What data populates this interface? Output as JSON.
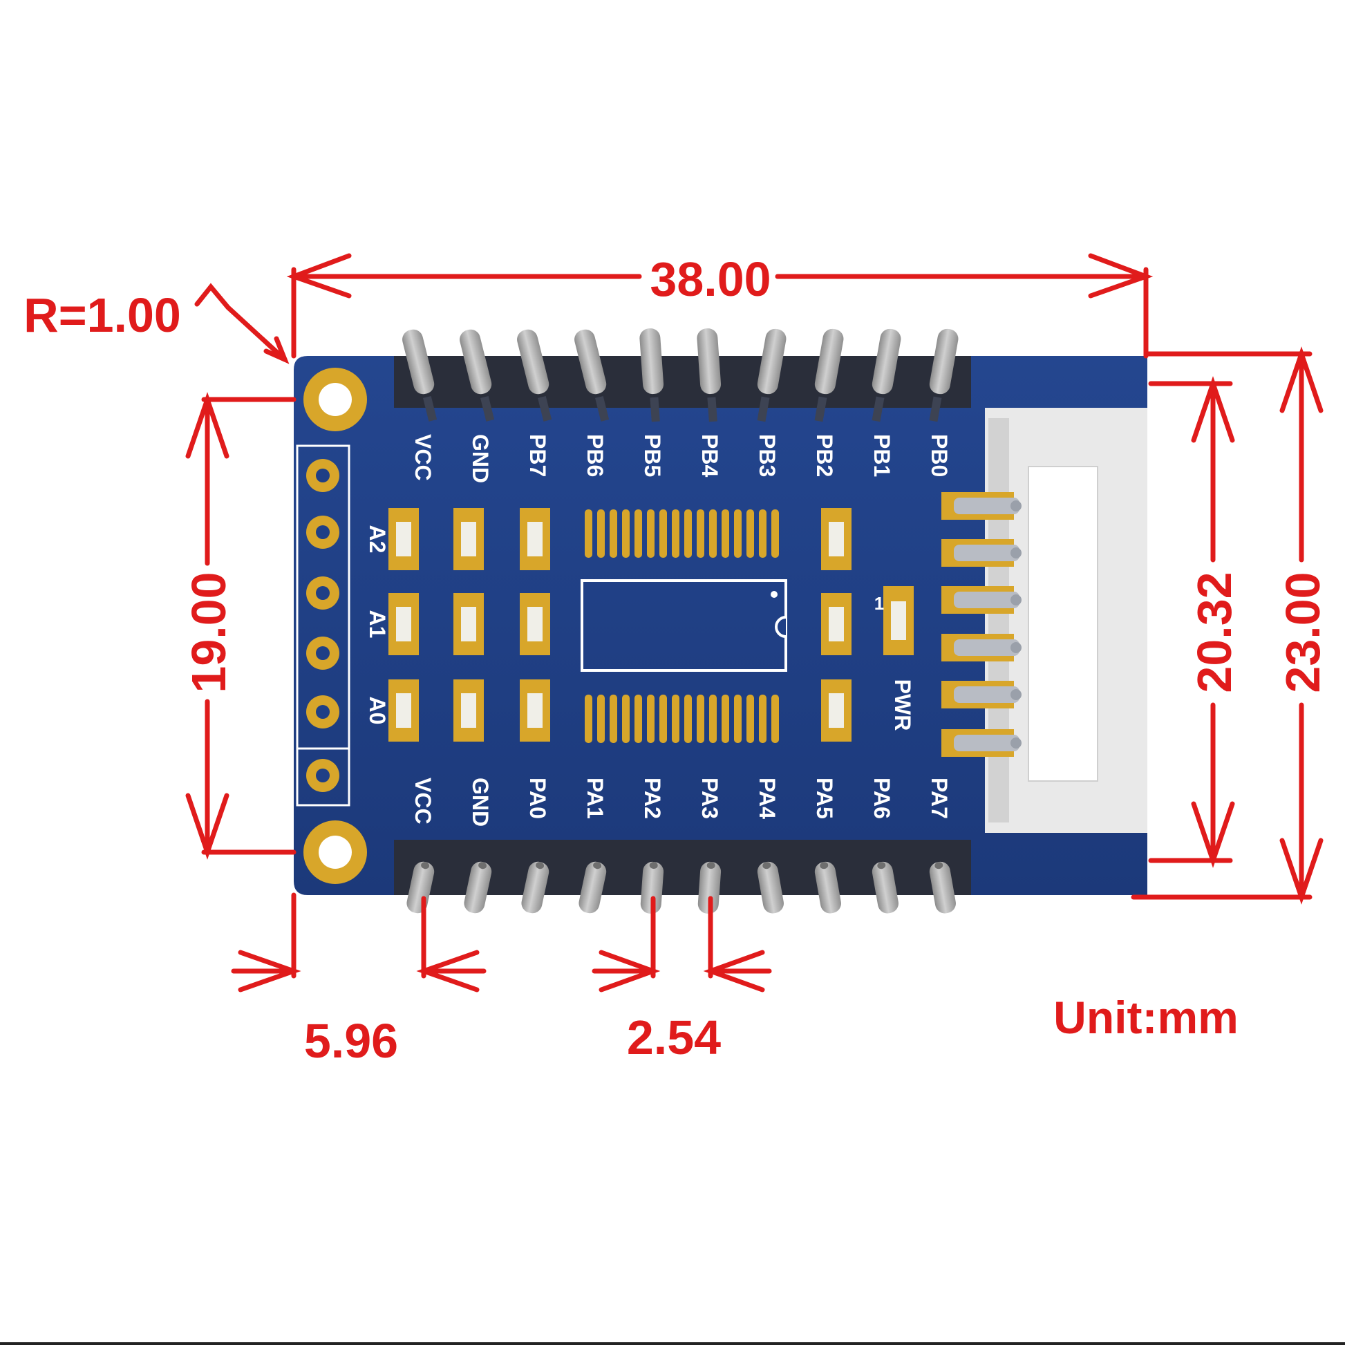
{
  "dimensions": {
    "corner_radius": "R=1.00",
    "width": "38.00",
    "hole_spacing": "19.00",
    "connector_pitch": "20.32",
    "height": "23.00",
    "edge_to_pin": "5.96",
    "pin_pitch": "2.54",
    "unit": "Unit:mm"
  },
  "top_pins": [
    "VCC",
    "GND",
    "PB7",
    "PB6",
    "PB5",
    "PB4",
    "PB3",
    "PB2",
    "PB1",
    "PB0"
  ],
  "bottom_pins": [
    "VCC",
    "GND",
    "PA0",
    "PA1",
    "PA2",
    "PA3",
    "PA4",
    "PA5",
    "PA6",
    "PA7"
  ],
  "address_labels": [
    "A2",
    "A1",
    "A0"
  ],
  "power_label": "PWR",
  "led_index": "1",
  "colors": {
    "dimension": "#e01b1b",
    "pcb": "#1f3f86",
    "gold": "#d8a62a",
    "pin": "#a8a8a8",
    "header": "#2a2e3a"
  }
}
